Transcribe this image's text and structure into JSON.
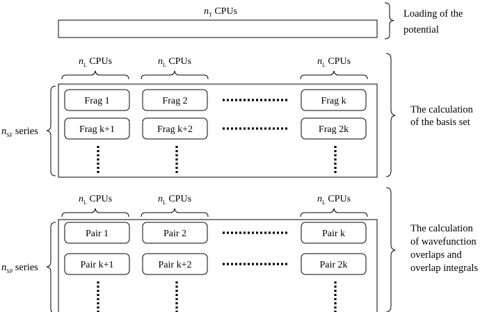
{
  "load": {
    "cpu_prefix": "n",
    "cpu_subscript": "T",
    "cpu_suffix": " CPUs",
    "side_label_line1": "Loading of the",
    "side_label_line2": "potential"
  },
  "group_label": {
    "prefix": "n",
    "subscript": "L",
    "suffix": " CPUs"
  },
  "basis_section": {
    "series_prefix": "n",
    "series_subscript": "SF",
    "series_suffix": " series",
    "cells": [
      "Frag 1",
      "Frag 2",
      "Frag k",
      "Frag k+1",
      "Frag k+2",
      "Frag 2k"
    ],
    "side_label_line1": "The calculation",
    "side_label_line2": "of the basis set"
  },
  "overlap_section": {
    "series_prefix": "n",
    "series_subscript": "SP",
    "series_suffix": " series",
    "cells": [
      "Pair 1",
      "Pair 2",
      "Pair k",
      "Pair k+1",
      "Pair k+2",
      "Pair 2k"
    ],
    "side_label_line1": "The calculation",
    "side_label_line2": "of wavefunction",
    "side_label_line3": "overlaps and",
    "side_label_line4": "overlap integrals"
  }
}
